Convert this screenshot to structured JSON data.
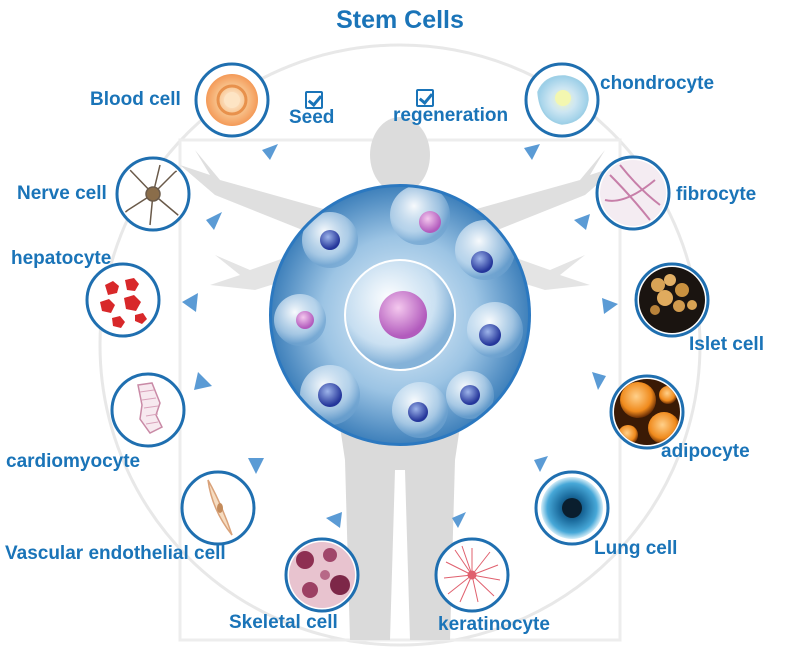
{
  "title": "Stem Cells",
  "checks": {
    "seed": "Seed",
    "regeneration": "regeneration"
  },
  "cells": [
    {
      "id": "blood",
      "label": "Blood cell",
      "icon": "blood-cell-icon"
    },
    {
      "id": "nerve",
      "label": "Nerve cell",
      "icon": "nerve-cell-icon"
    },
    {
      "id": "hepato",
      "label": "hepatocyte",
      "icon": "hepatocyte-icon"
    },
    {
      "id": "cardio",
      "label": "cardiomyocyte",
      "icon": "cardiomyocyte-icon"
    },
    {
      "id": "vascular",
      "label": "Vascular endothelial cell",
      "icon": "vascular-endothelial-cell-icon"
    },
    {
      "id": "skeletal",
      "label": "Skeletal cell",
      "icon": "skeletal-cell-icon"
    },
    {
      "id": "kerat",
      "label": "keratinocyte",
      "icon": "keratinocyte-icon"
    },
    {
      "id": "lung",
      "label": "Lung cell",
      "icon": "lung-cell-icon"
    },
    {
      "id": "adipo",
      "label": "adipocyte",
      "icon": "adipocyte-icon"
    },
    {
      "id": "islet",
      "label": "Islet cell",
      "icon": "islet-cell-icon"
    },
    {
      "id": "fibro",
      "label": "fibrocyte",
      "icon": "fibrocyte-icon"
    },
    {
      "id": "chondro",
      "label": "chondrocyte",
      "icon": "chondrocyte-icon"
    }
  ],
  "colors": {
    "accent": "#1a74b8",
    "ring": "#1f6fb0",
    "arrow": "#5b9bd5",
    "silhouette": "#d6d6d6"
  }
}
